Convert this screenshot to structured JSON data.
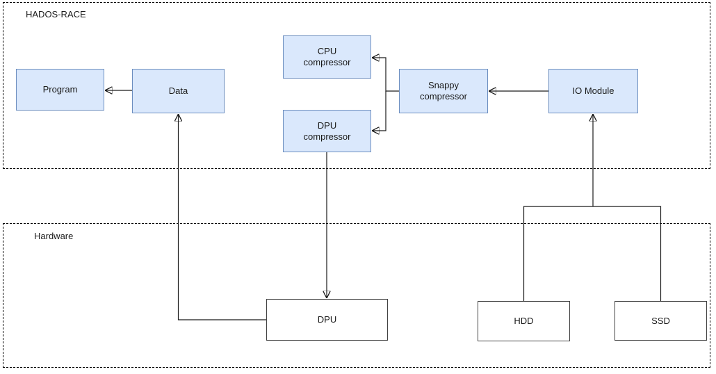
{
  "diagram": {
    "containers": [
      {
        "id": "hados-race",
        "label": "HADOS-RACE"
      },
      {
        "id": "hardware",
        "label": "Hardware"
      }
    ],
    "nodes": [
      {
        "id": "program",
        "label": "Program"
      },
      {
        "id": "data",
        "label": "Data"
      },
      {
        "id": "cpu-compressor",
        "label": "CPU\ncompressor"
      },
      {
        "id": "dpu-compressor",
        "label": "DPU\ncompressor"
      },
      {
        "id": "snappy-compressor",
        "label": "Snappy\ncompressor"
      },
      {
        "id": "io-module",
        "label": "IO Module"
      },
      {
        "id": "dpu",
        "label": "DPU"
      },
      {
        "id": "hdd",
        "label": "HDD"
      },
      {
        "id": "ssd",
        "label": "SSD"
      }
    ],
    "edges": [
      {
        "from": "data",
        "to": "program",
        "arrow": true
      },
      {
        "from": "io-module",
        "to": "snappy-compressor",
        "arrow": true
      },
      {
        "from": "snappy-compressor",
        "to": "cpu-compressor",
        "arrow": true
      },
      {
        "from": "snappy-compressor",
        "to": "dpu-compressor",
        "arrow": true
      },
      {
        "from": "dpu-compressor",
        "to": "dpu",
        "arrow": true
      },
      {
        "from": "dpu",
        "to": "data",
        "arrow": true
      },
      {
        "from": "hdd",
        "to": "io-module",
        "arrow": true
      },
      {
        "from": "ssd",
        "to": "io-module",
        "arrow": true
      }
    ],
    "colors": {
      "software_node_fill": "#dae8fc",
      "software_node_stroke": "#6c8ebf",
      "hardware_node_fill": "#ffffff",
      "hardware_node_stroke": "#424242",
      "connector": "#1a1a1a",
      "container_border": "#000000"
    }
  }
}
